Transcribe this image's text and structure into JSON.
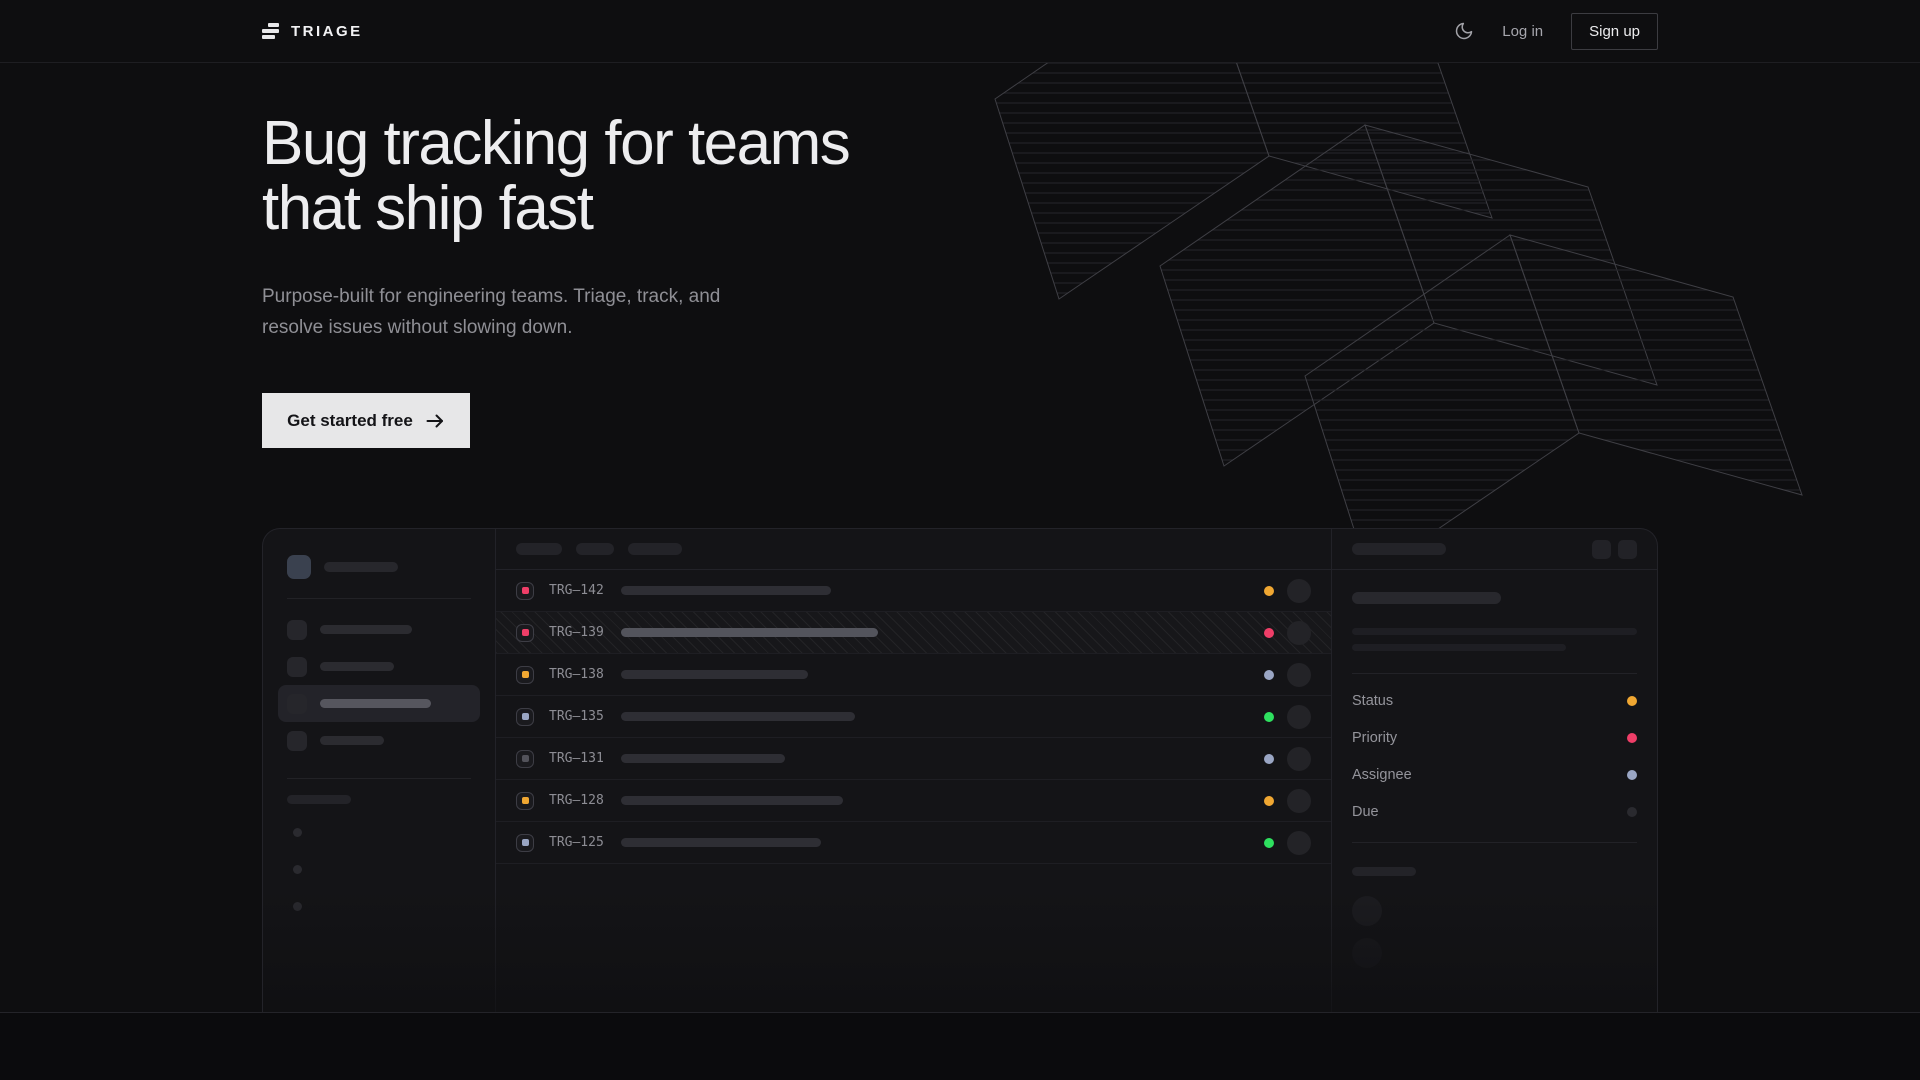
{
  "nav": {
    "brand": "TRIAGE",
    "login_label": "Log in",
    "signup_label": "Sign up"
  },
  "hero": {
    "heading_line1": "Bug tracking for teams",
    "heading_line2": "that ship fast",
    "subtitle": "Purpose-built for engineering teams. Triage, track, and resolve issues without slowing down.",
    "cta_label": "Get started free"
  },
  "colors": {
    "amber": "#f0a732",
    "pink": "#ef3e68",
    "lavender": "#9aa6c4",
    "green": "#2ee05f",
    "gray": "#52525a",
    "muted": "#2a2a2f"
  },
  "mock": {
    "issues": [
      {
        "id": "TRG–142",
        "icon_color": "pink",
        "title_width": 210,
        "status_color": "amber",
        "selected": false
      },
      {
        "id": "TRG–139",
        "icon_color": "pink",
        "title_width": 257,
        "status_color": "pink",
        "selected": true
      },
      {
        "id": "TRG–138",
        "icon_color": "amber",
        "title_width": 187,
        "status_color": "lavender",
        "selected": false
      },
      {
        "id": "TRG–135",
        "icon_color": "lavender",
        "title_width": 234,
        "status_color": "green",
        "selected": false
      },
      {
        "id": "TRG–131",
        "icon_color": "gray",
        "title_width": 164,
        "status_color": "lavender",
        "selected": false
      },
      {
        "id": "TRG–128",
        "icon_color": "amber",
        "title_width": 222,
        "status_color": "amber",
        "selected": false
      },
      {
        "id": "TRG–125",
        "icon_color": "lavender",
        "title_width": 200,
        "status_color": "green",
        "selected": false
      }
    ],
    "detail_fields": [
      {
        "label": "Status",
        "dot_color": "amber"
      },
      {
        "label": "Priority",
        "dot_color": "pink"
      },
      {
        "label": "Assignee",
        "dot_color": "lavender"
      },
      {
        "label": "Due",
        "dot_color": "muted"
      }
    ]
  }
}
